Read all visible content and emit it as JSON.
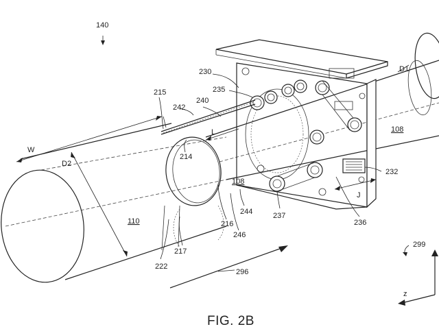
{
  "figure": {
    "caption": "FIG. 2B",
    "reference_numerals": {
      "r140": "140",
      "r215": "215",
      "r242": "242",
      "r240": "240",
      "r230": "230",
      "r235": "235",
      "r214": "214",
      "r108a": "108",
      "r108b": "108",
      "r110": "110",
      "r216": "216",
      "r244": "244",
      "r246": "246",
      "r217": "217",
      "r222": "222",
      "r237": "237",
      "r236": "236",
      "r232": "232",
      "r296": "296",
      "r299": "299"
    },
    "dimension_labels": {
      "W": "W",
      "D2": "D2",
      "D1": "D1",
      "L": "L",
      "J": "J"
    },
    "axis_labels": {
      "z": "z"
    }
  }
}
